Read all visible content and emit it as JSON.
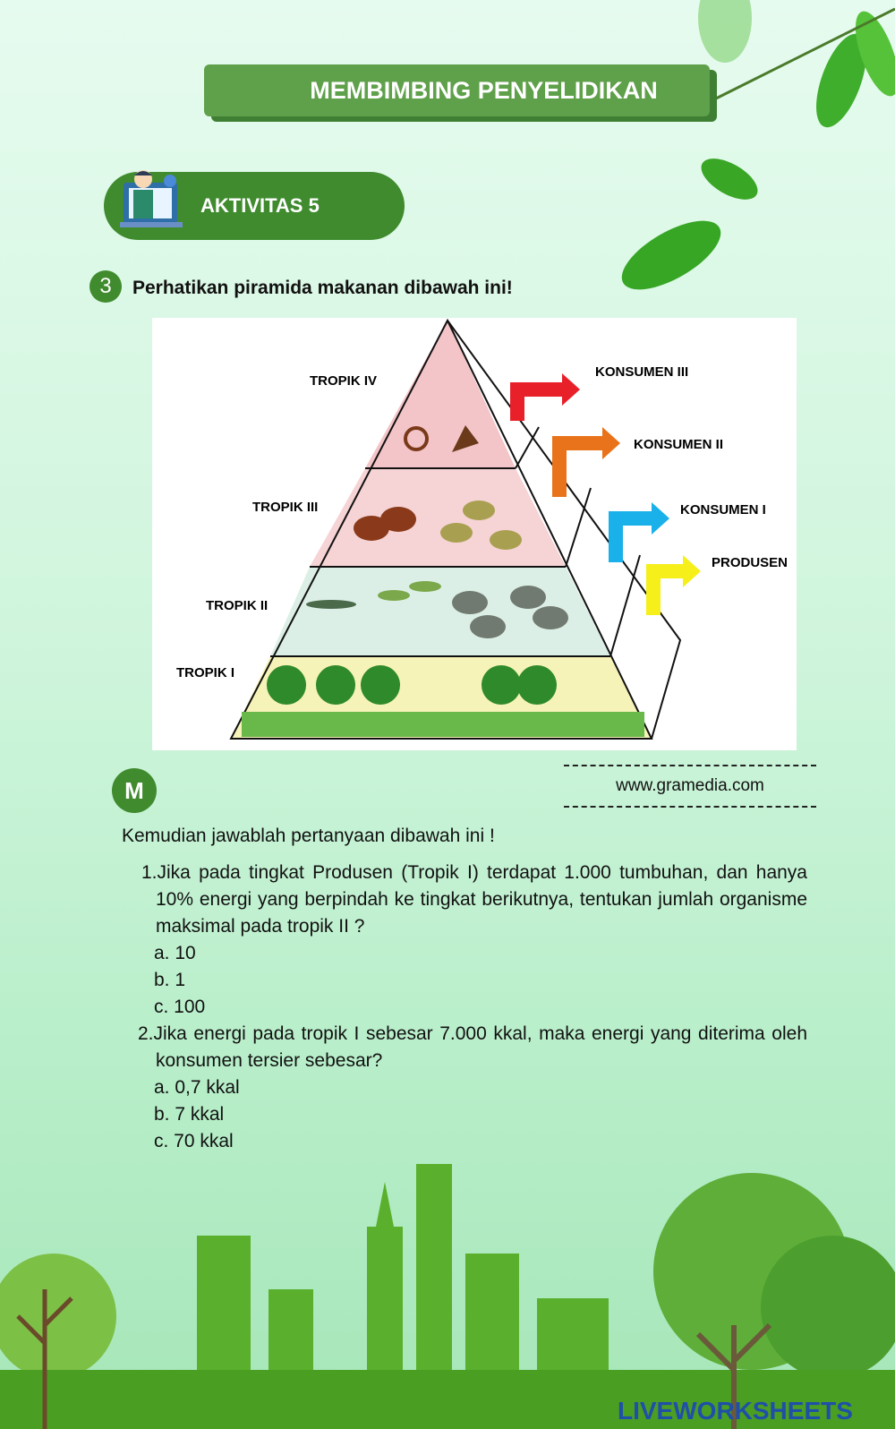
{
  "header": {
    "title": "MEMBIMBING PENYELIDIKAN"
  },
  "activity": {
    "label": "AKTIVITAS 5"
  },
  "question_block": {
    "number": "3",
    "instruction": "Perhatikan piramida makanan dibawah ini!"
  },
  "pyramid": {
    "levels": [
      "TROPIK IV",
      "TROPIK III",
      "TROPIK II",
      "TROPIK I"
    ],
    "roles": [
      "KONSUMEN III",
      "KONSUMEN II",
      "KONSUMEN I",
      "PRODUSEN"
    ],
    "colors": {
      "tropik4": "#f3c4c8",
      "tropik3": "#f6d3d5",
      "tropik2": "#dcefe6",
      "tropik1": "#f6f3b8",
      "arrow_red": "#e8202a",
      "arrow_orange": "#e8731a",
      "arrow_blue": "#1ab0ea",
      "arrow_yellow": "#f6ef1a"
    }
  },
  "source": "www.gramedia.com",
  "m_badge": "M",
  "prompt": "Kemudian jawablah pertanyaan dibawah ini !",
  "questions": [
    {
      "text": "1.Jika pada tingkat Produsen (Tropik I) terdapat 1.000 tumbuhan, dan hanya 10% energi yang berpindah ke tingkat berikutnya, tentukan jumlah organisme maksimal pada tropik II ?",
      "options": [
        "a. 10",
        "b. 1",
        "c. 100"
      ]
    },
    {
      "text": "2.Jika energi pada tropik I sebesar 7.000 kkal, maka energi yang diterima oleh konsumen tersier sebesar?",
      "options": [
        "a. 0,7 kkal",
        "b. 7 kkal",
        "c. 70 kkal"
      ]
    }
  ],
  "footer": {
    "brand": "LIVEWORKSHEETS"
  }
}
